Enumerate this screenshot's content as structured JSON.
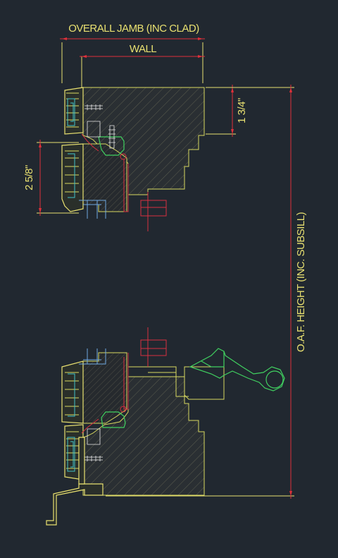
{
  "drawing": {
    "background": "#212830",
    "dimension_color": "#e0303a",
    "text_color": "#e8e070",
    "labels": {
      "overall_jamb": "OVERALL JAMB (INC CLAD)",
      "wall": "WALL",
      "dim_1_3_4": "1 3/4\"",
      "dim_2_5_8": "2 5/8\"",
      "oaf_height": "O.A.F. HEIGHT (INC. SUBSILL)"
    }
  }
}
